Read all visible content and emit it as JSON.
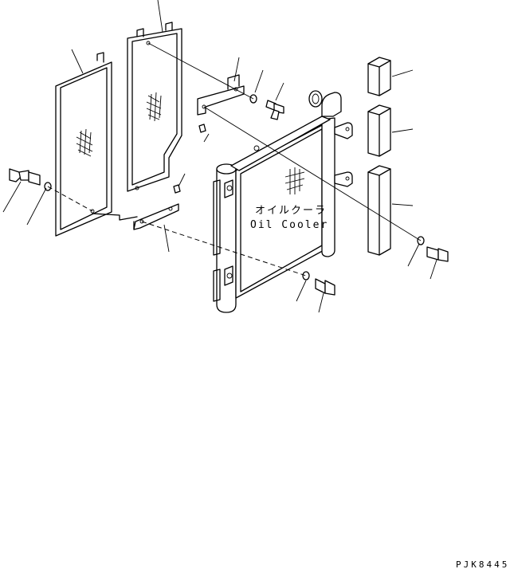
{
  "diagram": {
    "label_jp": "オイルクーラ",
    "label_en": "Oil Cooler",
    "drawing_code": "PJK8445"
  }
}
